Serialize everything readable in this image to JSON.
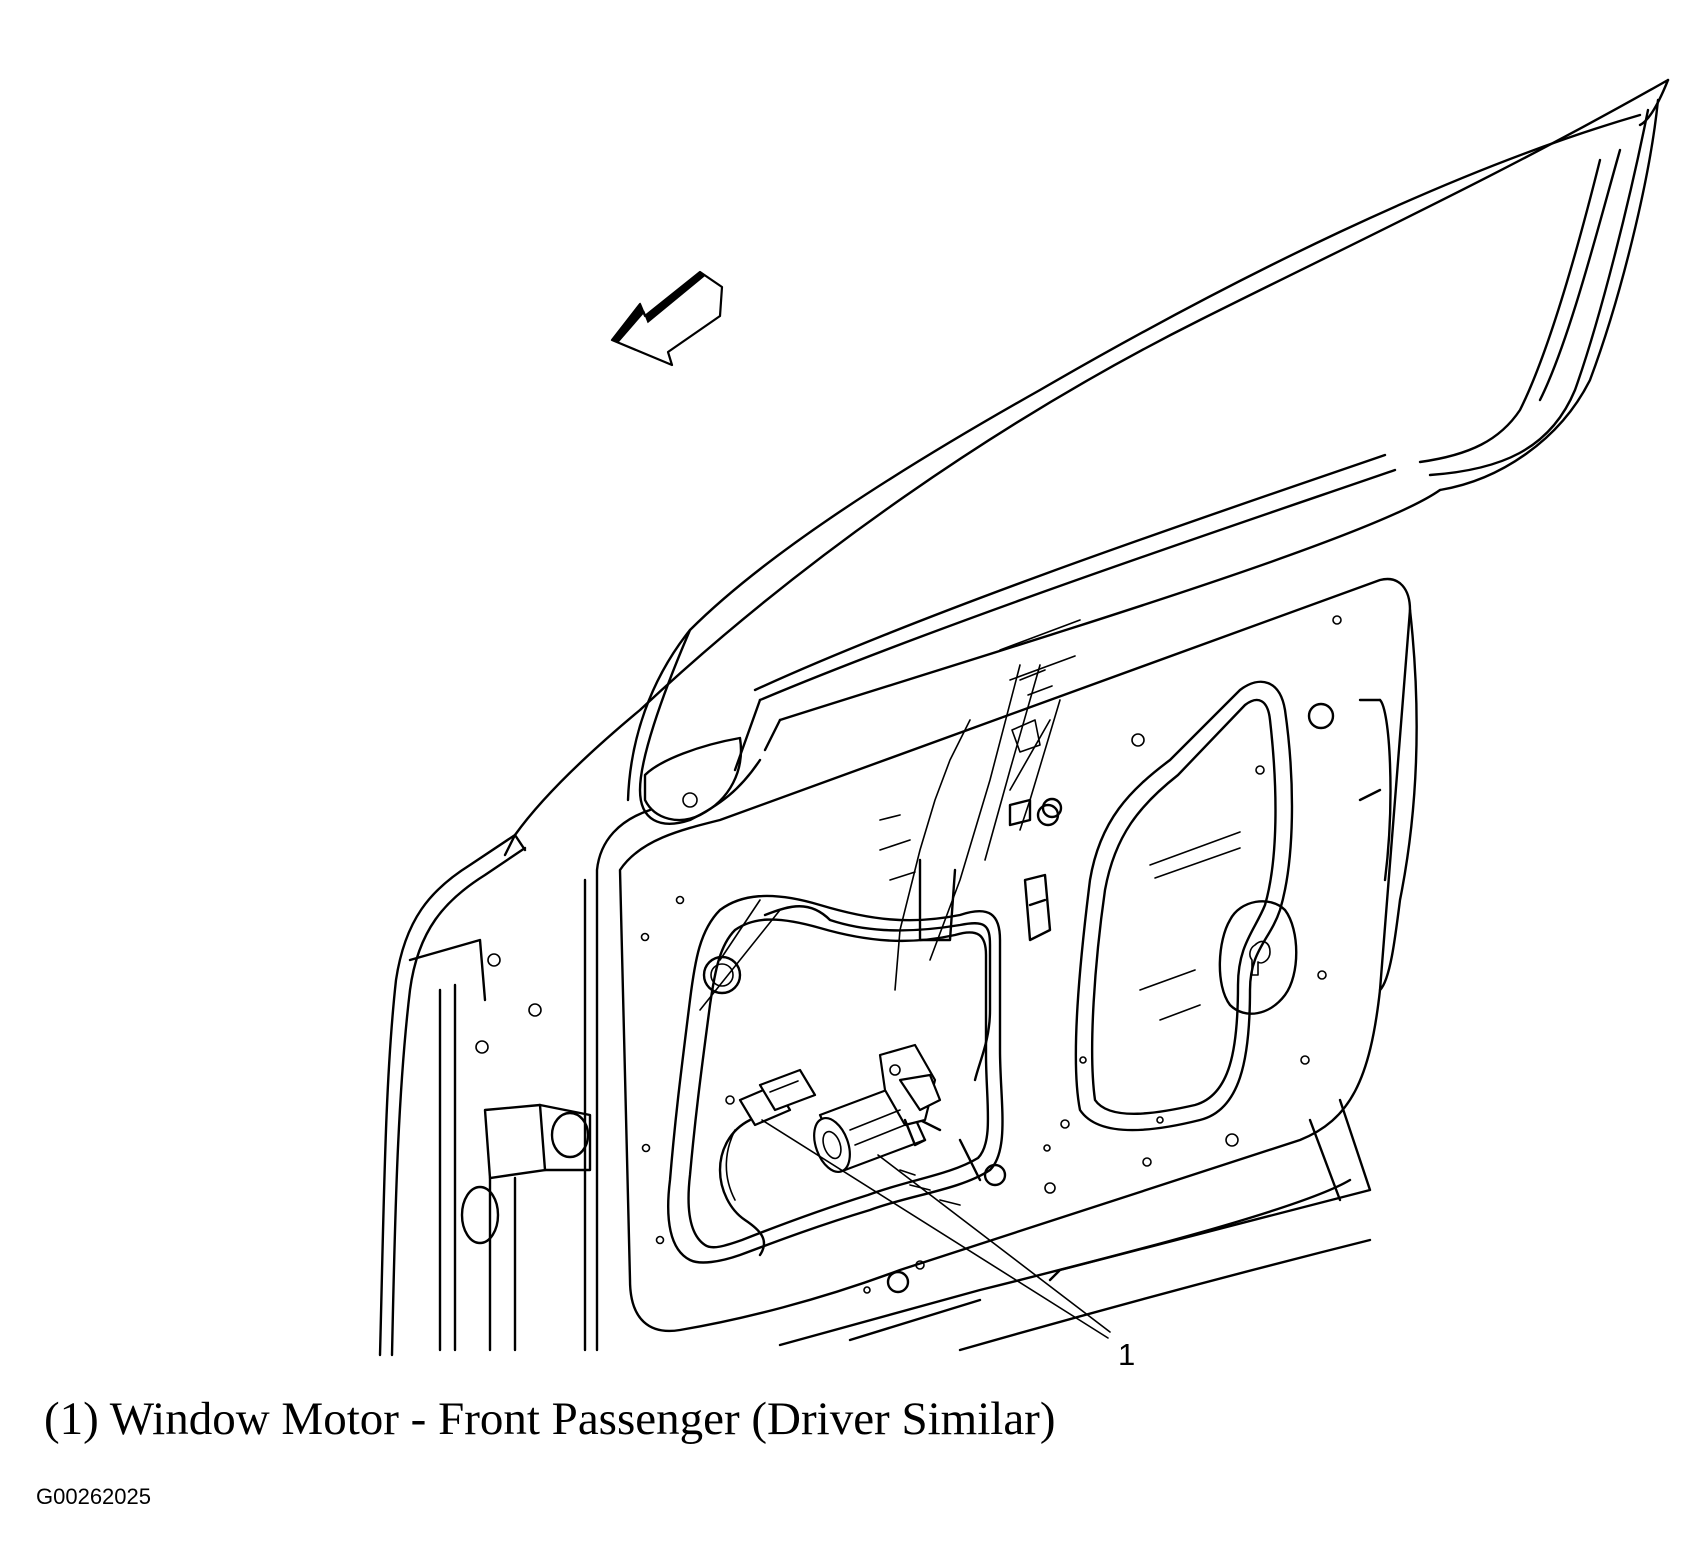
{
  "diagram": {
    "callout": {
      "number": "1"
    },
    "caption": "(1) Window Motor - Front Passenger (Driver Similar)",
    "figure_id": "G00262025",
    "components": [
      {
        "id": "1",
        "name": "Window Motor - Front Passenger"
      }
    ],
    "icons": [
      "direction-arrow-icon"
    ]
  }
}
